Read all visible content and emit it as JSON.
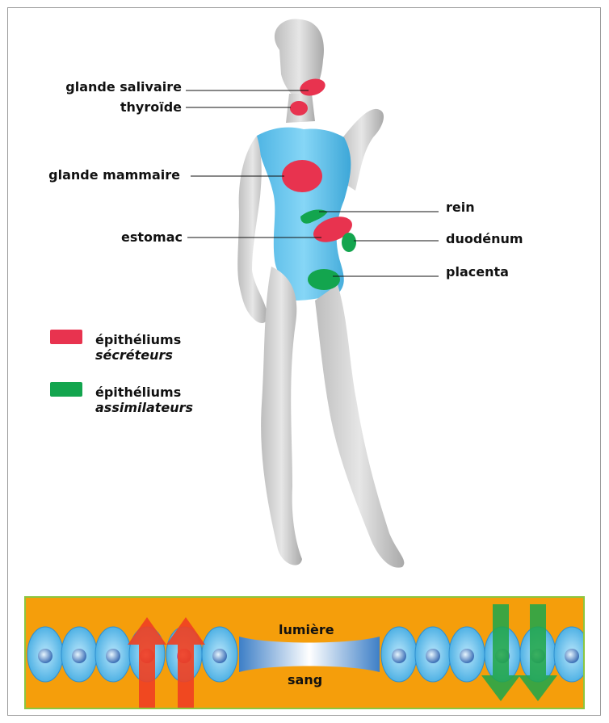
{
  "labels": {
    "glande_salivaire": "glande salivaire",
    "thyroide": "thyroïde",
    "glande_mammaire": "glande mammaire",
    "estomac": "estomac",
    "rein": "rein",
    "duodenum": "duodénum",
    "placenta": "placenta"
  },
  "legend": {
    "secretory": {
      "line1": "épithéliums",
      "line2": "sécréteurs",
      "color": "#e8334f"
    },
    "assimilatory": {
      "line1": "épithéliums",
      "line2": "assimilateurs",
      "color": "#13a54e"
    }
  },
  "strip": {
    "top_label": "lumière",
    "bottom_label": "sang",
    "background": "#f59e0b",
    "cell_color": "#6fc0ee"
  },
  "colors": {
    "skin": "#d8d8d8",
    "swimsuit": "#63c8f1",
    "organ_red": "#e8334f",
    "organ_green": "#13a54e",
    "arrow_red": "#ef4123",
    "arrow_green": "#22a64a"
  }
}
